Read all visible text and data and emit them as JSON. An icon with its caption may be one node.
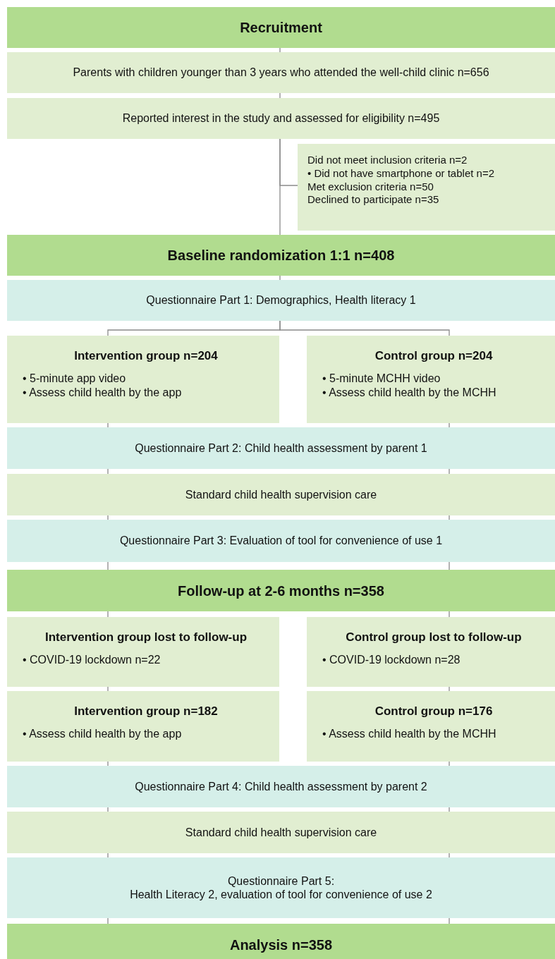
{
  "diagram": {
    "nodes": [
      {
        "text": [
          "Recruitment"
        ]
      },
      {
        "text": [
          "Parents with children younger than 3 years who attended the well-child clinic n=656"
        ]
      },
      {
        "text": [
          "Reported interest in the study and assessed for eligibility n=495"
        ]
      },
      {
        "text": [
          "Did not meet inclusion criteria n=2",
          "• Did not have smartphone or tablet n=2",
          "Met exclusion criteria n=50",
          "Declined to participate n=35"
        ]
      },
      {
        "text": [
          "Baseline randomization 1:1 n=408"
        ]
      },
      {
        "text": [
          "Questionnaire Part 1: Demographics, Health literacy 1"
        ]
      },
      {
        "text": [
          "Intervention group n=204",
          "• 5-minute app video",
          "• Assess child health by the app"
        ]
      },
      {
        "text": [
          "Control group n=204",
          "• 5-minute MCHH video",
          "• Assess child health by the MCHH"
        ]
      },
      {
        "text": [
          "Questionnaire Part 2: Child health assessment by parent 1"
        ]
      },
      {
        "text": [
          "Standard child health supervision care"
        ]
      },
      {
        "text": [
          "Questionnaire Part 3: Evaluation of tool for convenience of use 1"
        ]
      },
      {
        "text": [
          "Follow-up at 2-6 months n=358"
        ]
      },
      {
        "text": [
          "Intervention group lost to follow-up",
          "• COVID-19 lockdown n=22"
        ]
      },
      {
        "text": [
          "Control group lost to follow-up",
          "• COVID-19 lockdown n=28"
        ]
      },
      {
        "text": [
          "Intervention group n=182",
          "• Assess child health by the app"
        ]
      },
      {
        "text": [
          "Control group n=176",
          "• Assess child health by the MCHH"
        ]
      },
      {
        "text": [
          "Questionnaire Part 4: Child health assessment by parent 2"
        ]
      },
      {
        "text": [
          "Standard child health supervision care"
        ]
      },
      {
        "text": [
          "Questionnaire Part 5:",
          "Health Literacy 2, evaluation of tool for convenience of use 2"
        ]
      },
      {
        "text": [
          "Analysis n=358"
        ]
      }
    ],
    "edges": [
      {
        "from": 0,
        "to": 1,
        "arrow": "none"
      },
      {
        "from": 1,
        "to": 2,
        "arrow": "none"
      },
      {
        "from": 2,
        "to": 3,
        "arrow": "none"
      },
      {
        "from": 2,
        "to": 4,
        "arrow": "none"
      },
      {
        "from": 4,
        "to": 5,
        "arrow": "none"
      },
      {
        "from": 5,
        "to": 6,
        "arrow": "none"
      },
      {
        "from": 5,
        "to": 7,
        "arrow": "none"
      },
      {
        "from": 6,
        "to": 8,
        "arrow": "none"
      },
      {
        "from": 7,
        "to": 8,
        "arrow": "none"
      },
      {
        "from": 8,
        "to": 9,
        "arrow": "none"
      },
      {
        "from": 8,
        "to": 9,
        "arrow": "none"
      },
      {
        "from": 9,
        "to": 10,
        "arrow": "none"
      },
      {
        "from": 9,
        "to": 10,
        "arrow": "none"
      },
      {
        "from": 10,
        "to": 11,
        "arrow": "none"
      },
      {
        "from": 10,
        "to": 11,
        "arrow": "none"
      },
      {
        "from": 11,
        "to": 12,
        "arrow": "none"
      },
      {
        "from": 11,
        "to": 13,
        "arrow": "none"
      },
      {
        "from": 12,
        "to": 14,
        "arrow": "none"
      },
      {
        "from": 13,
        "to": 15,
        "arrow": "none"
      },
      {
        "from": 14,
        "to": 16,
        "arrow": "none"
      },
      {
        "from": 15,
        "to": 16,
        "arrow": "none"
      },
      {
        "from": 16,
        "to": 17,
        "arrow": "none"
      },
      {
        "from": 16,
        "to": 17,
        "arrow": "none"
      },
      {
        "from": 17,
        "to": 18,
        "arrow": "none"
      },
      {
        "from": 17,
        "to": 18,
        "arrow": "none"
      },
      {
        "from": 18,
        "to": 19,
        "arrow": "none"
      },
      {
        "from": 18,
        "to": 19,
        "arrow": "none"
      }
    ]
  }
}
